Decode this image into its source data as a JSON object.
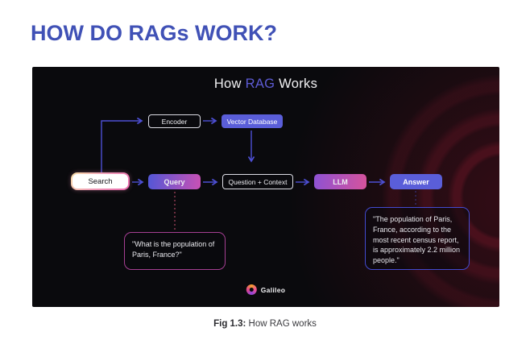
{
  "page": {
    "headline": "HOW DO RAGs WORK?",
    "caption_label": "Fig 1.3:",
    "caption_text": " How RAG works"
  },
  "diagram": {
    "title_pre": "How ",
    "title_highlight": "RAG",
    "title_post": " Works",
    "nodes": {
      "encoder": "Encoder",
      "vector_database": "Vector Database",
      "search": "Search",
      "query": "Query",
      "question_context": "Question + Context",
      "llm": "LLM",
      "answer": "Answer"
    },
    "quotes": {
      "query_example": "\"What is the population of Paris, France?\"",
      "answer_example": "\"The population of Paris, France, according to the most recent census report, is approximately 2.2 million people.\""
    },
    "logo_text": "Galileo",
    "colors": {
      "headline_blue": "#4051b6",
      "panel_background": "#0a0a0d",
      "accent_indigo": "#5a5ed9",
      "accent_pink": "#c951b4",
      "arrow_indigo": "#4d4fd4",
      "quote_border_pink": "#a53f92",
      "quote_border_blue": "#434ad0",
      "dashed_pink": "#cf5272",
      "dashed_blue": "#464cc9"
    }
  }
}
